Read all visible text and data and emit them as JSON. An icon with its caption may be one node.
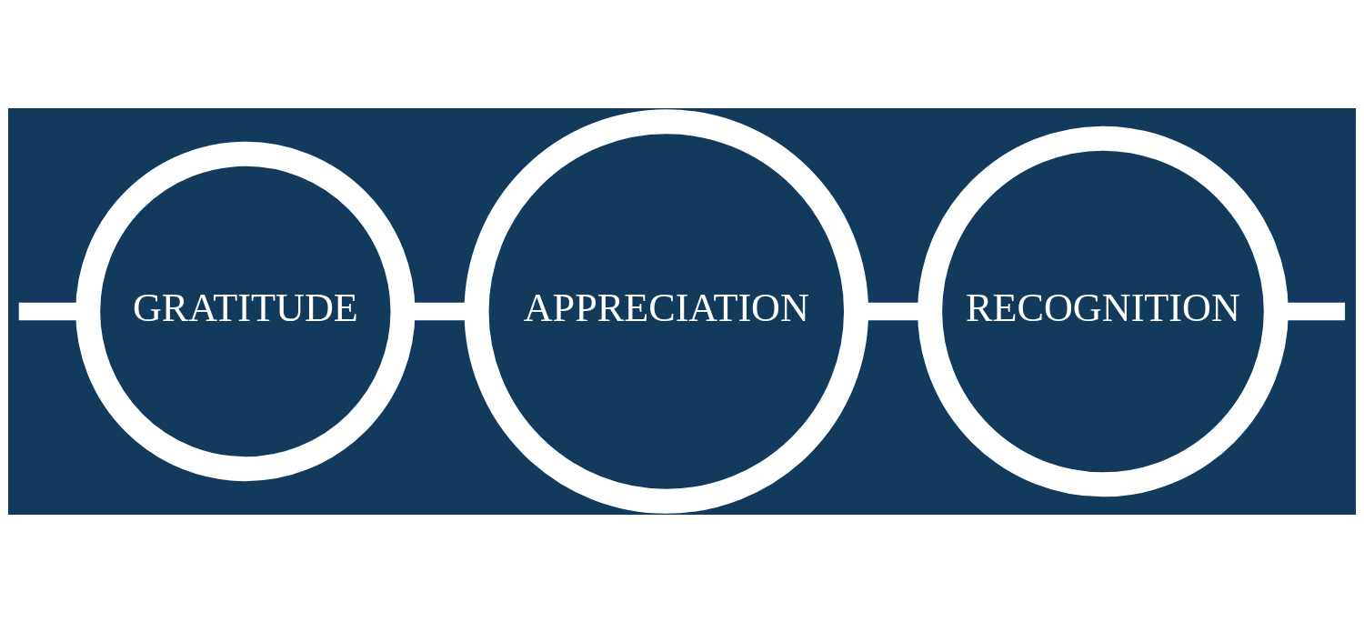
{
  "diagram": {
    "nodes": [
      {
        "text": [
          "GRATITUDE"
        ]
      },
      {
        "text": [
          "APPRECIATION"
        ]
      },
      {
        "text": [
          "RECOGNITION"
        ]
      }
    ],
    "edges": [
      {
        "from": null,
        "to": 0,
        "arrow": "none"
      },
      {
        "from": 0,
        "to": 1,
        "arrow": "none"
      },
      {
        "from": 1,
        "to": 2,
        "arrow": "none"
      },
      {
        "from": 2,
        "to": null,
        "arrow": "none"
      }
    ]
  }
}
